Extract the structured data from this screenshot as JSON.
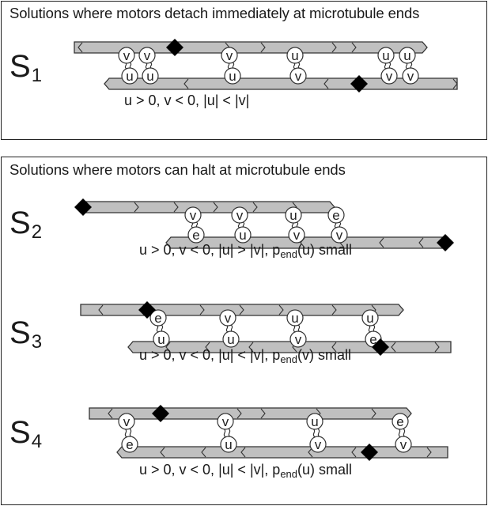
{
  "colors": {
    "microtubule_fill": "#c0c0c0",
    "outline": "#333333",
    "endpoint_marker": "#000000",
    "motor_fill": "#ffffff"
  },
  "panels": [
    {
      "heading": "Solutions where motors detach immediately at microtubule ends",
      "solutions": [
        {
          "id": "S1",
          "label_main": "S",
          "label_sub": "1",
          "condition": {
            "pre": "u > 0,  v < 0,  |u| < |v|",
            "p": "",
            "sub": "",
            "post": ""
          },
          "top_tubule_direction": "right",
          "bottom_tubule_direction": "left",
          "motor_pairs": [
            {
              "top": "v",
              "bottom": "u"
            },
            {
              "top": "v",
              "bottom": "u"
            },
            {
              "top": "v",
              "bottom": "u"
            },
            {
              "top": "u",
              "bottom": "v"
            },
            {
              "top": "u",
              "bottom": "v"
            },
            {
              "top": "u",
              "bottom": "v"
            }
          ]
        }
      ]
    },
    {
      "heading": "Solutions where motors can halt at microtubule ends",
      "solutions": [
        {
          "id": "S2",
          "label_main": "S",
          "label_sub": "2",
          "condition": {
            "pre": "u > 0,  v < 0,  |u| > |v|,  ",
            "p": "p",
            "sub": "end",
            "post": "(u) small"
          },
          "top_tubule_direction": "right",
          "bottom_tubule_direction": "left",
          "motor_pairs": [
            {
              "top": "v",
              "bottom": "e"
            },
            {
              "top": "v",
              "bottom": "u"
            },
            {
              "top": "u",
              "bottom": "v"
            },
            {
              "top": "e",
              "bottom": "v"
            }
          ]
        },
        {
          "id": "S3",
          "label_main": "S",
          "label_sub": "3",
          "condition": {
            "pre": "u > 0,  v < 0,  |u| < |v|,  ",
            "p": "p",
            "sub": "end",
            "post": "(v) small"
          },
          "top_tubule_direction": "right",
          "bottom_tubule_direction": "left",
          "motor_pairs": [
            {
              "top": "e",
              "bottom": "u"
            },
            {
              "top": "v",
              "bottom": "u"
            },
            {
              "top": "u",
              "bottom": "v"
            },
            {
              "top": "u",
              "bottom": "e"
            }
          ]
        },
        {
          "id": "S4",
          "label_main": "S",
          "label_sub": "4",
          "condition": {
            "pre": "u > 0,  v < 0,  |u| < |v|,  ",
            "p": "p",
            "sub": "end",
            "post": "(u) small"
          },
          "top_tubule_direction": "right",
          "bottom_tubule_direction": "left",
          "motor_pairs": [
            {
              "top": "v",
              "bottom": "e"
            },
            {
              "top": "v",
              "bottom": "u"
            },
            {
              "top": "u",
              "bottom": "v"
            },
            {
              "top": "e",
              "bottom": "v"
            }
          ]
        }
      ]
    }
  ]
}
